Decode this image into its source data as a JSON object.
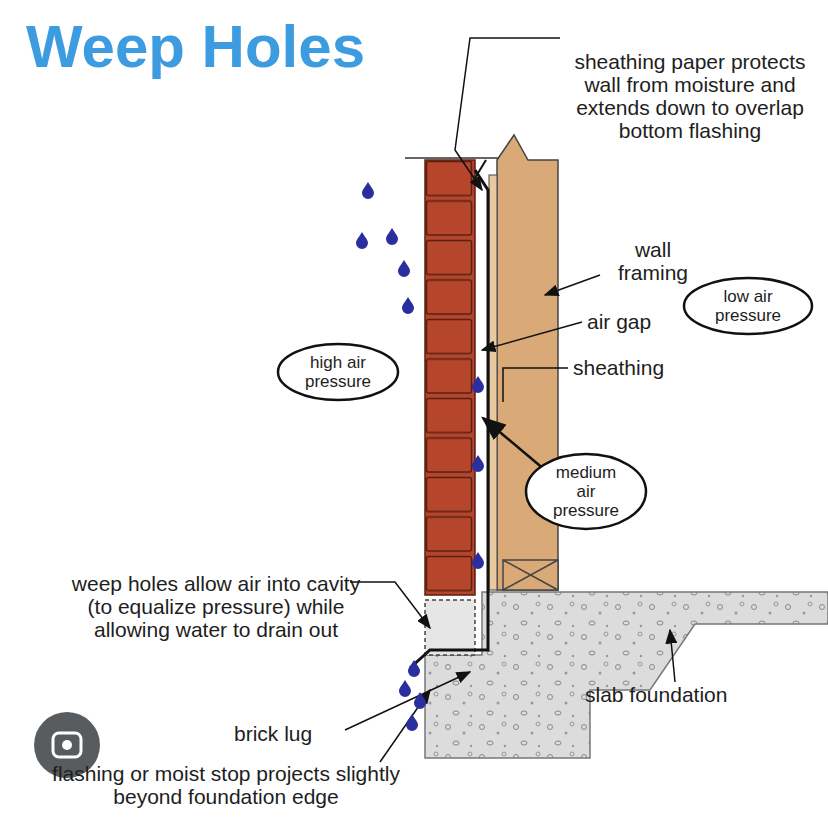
{
  "diagram": {
    "title": "Weep Holes",
    "nodes": [
      {
        "text": [
          "low air pressure"
        ]
      },
      {
        "text": [
          "high air pressure"
        ]
      },
      {
        "text": [
          "medium air pressure"
        ]
      }
    ],
    "labels": [
      "sheathing paper protects wall from moisture and extends down to overlap bottom flashing",
      "wall framing",
      "air gap",
      "sheathing",
      "weep holes allow air into cavity (to equalize pressure) while allowing water to drain out",
      "slab foundation",
      "brick lug",
      "flashing or moist stop projects slightly beyond foundation edge"
    ]
  }
}
